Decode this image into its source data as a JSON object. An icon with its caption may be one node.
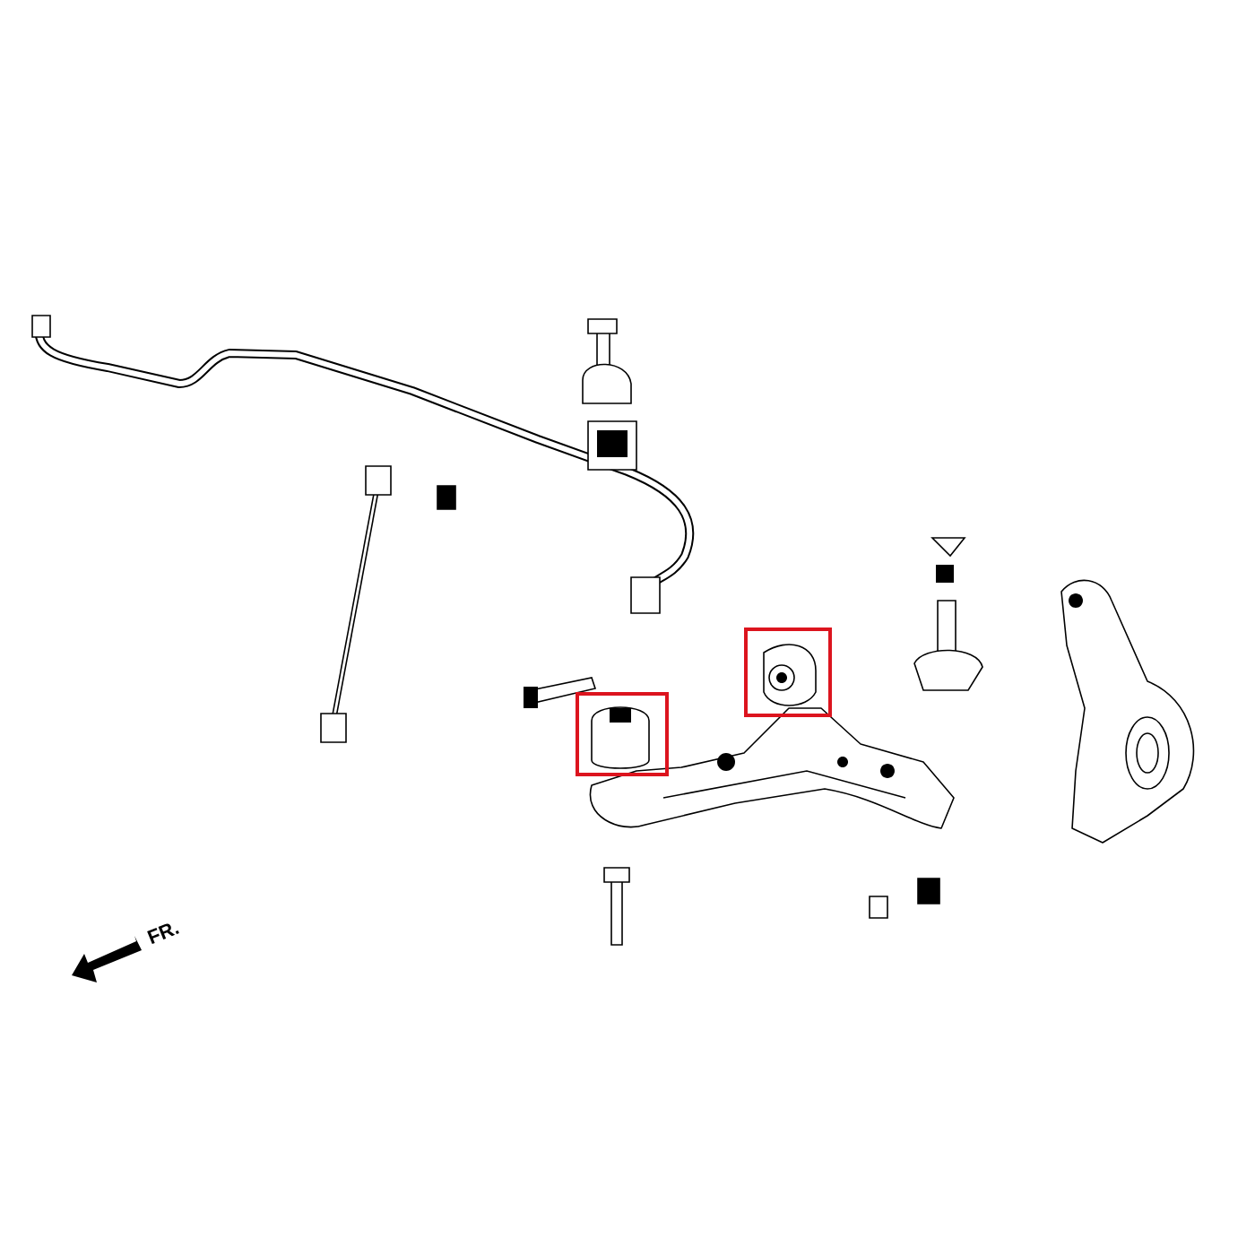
{
  "diagram": {
    "nodes": [
      {
        "text": [],
        "shape": "box"
      },
      {
        "text": [],
        "shape": "box"
      }
    ],
    "labels": [
      "FR."
    ]
  }
}
